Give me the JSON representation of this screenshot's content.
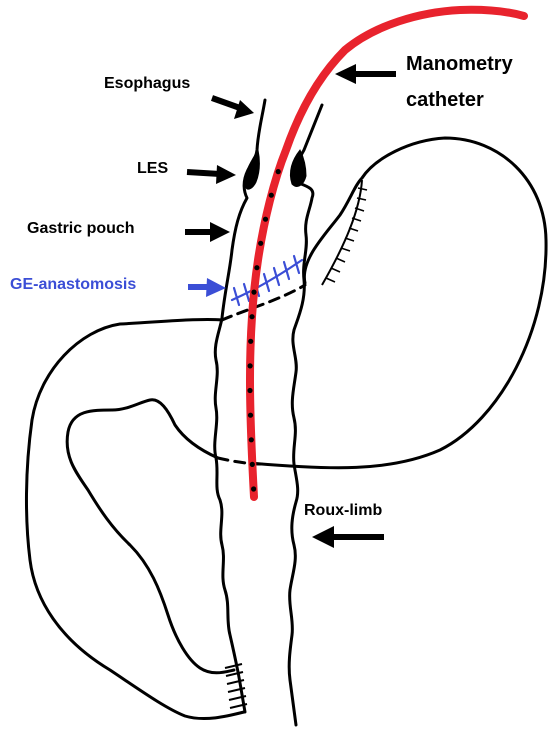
{
  "labels": {
    "esophagus": "Esophagus",
    "les": "LES",
    "gastric_pouch": "Gastric pouch",
    "ge_anastomosis": "GE-anastomosis",
    "roux_limb": "Roux-limb",
    "manometry_line1": "Manometry",
    "manometry_line2": "catheter"
  },
  "colors": {
    "outline": "#000000",
    "catheter": "#e8232d",
    "sensor_dots": "#000000",
    "anastomosis_label": "#3b4ed6",
    "anastomosis_sutures": "#3b4ed6",
    "background": "#ffffff"
  },
  "catheter_sensor_count": 14
}
